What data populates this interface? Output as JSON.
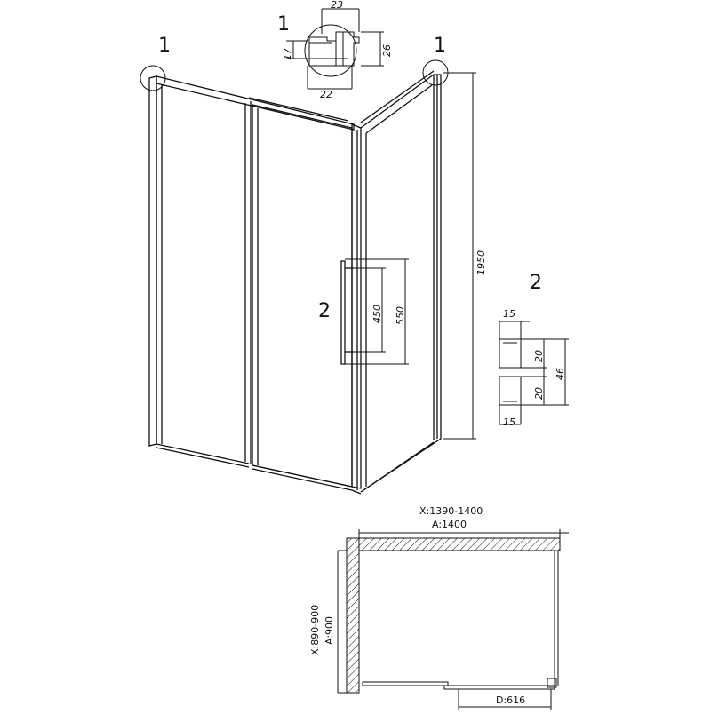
{
  "callouts": {
    "corner_left": "1",
    "profile_top": "1",
    "corner_right": "1",
    "handle_door": "2",
    "handle_detail": "2"
  },
  "profile": {
    "width_top": "23",
    "width_bottom": "22",
    "height_left": "17",
    "height_right": "26"
  },
  "dimensions": {
    "height": "1950",
    "handle_inner": "450",
    "handle_outer": "550"
  },
  "handle_detail": {
    "top_width": "15",
    "bottom_width": "15",
    "part_a": "20",
    "part_b": "20",
    "total": "46"
  },
  "plan": {
    "x_range_width": "X:1390-1400",
    "a_width": "A:1400",
    "x_range_depth": "X:890-900",
    "a_depth": "A:900",
    "door": "D:616"
  },
  "colors": {
    "line": "#111111",
    "background": "#ffffff"
  }
}
